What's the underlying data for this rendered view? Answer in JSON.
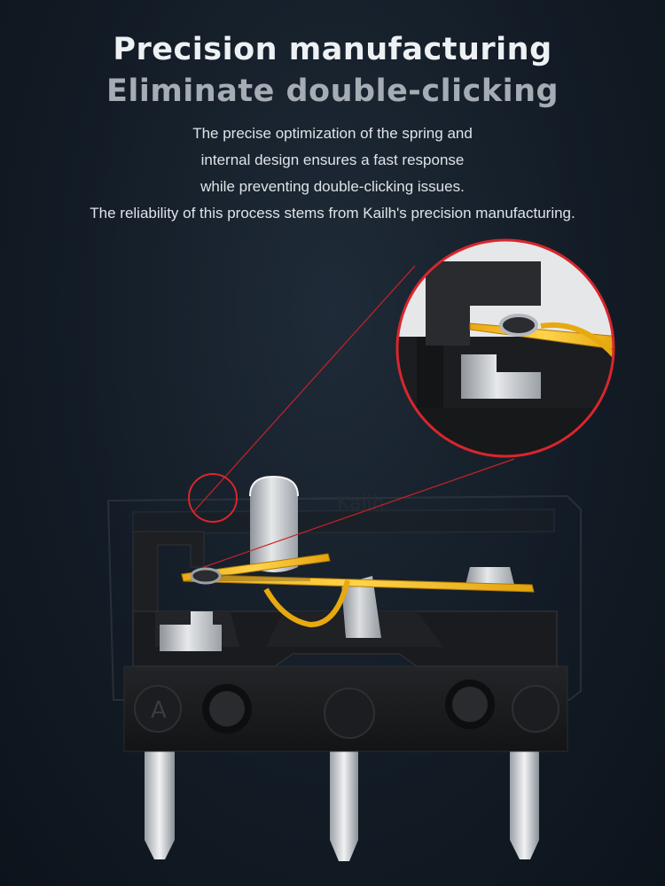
{
  "header": {
    "title_line1": "Precision manufacturing",
    "title_line2": "Eliminate double-clicking"
  },
  "description": {
    "lines": [
      "The precise optimization of the spring and",
      "internal design ensures a fast response",
      "while preventing double-clicking issues.",
      "The reliability of this process stems from Kailh's precision manufacturing."
    ]
  },
  "illustration": {
    "housing_emboss": "Kailh",
    "pin_label": "A",
    "colors": {
      "background": "#131c26",
      "housing": "#1a1b1d",
      "spring": "#f0b41c",
      "metal": "#d4d7db",
      "callout": "#d8262c"
    }
  }
}
